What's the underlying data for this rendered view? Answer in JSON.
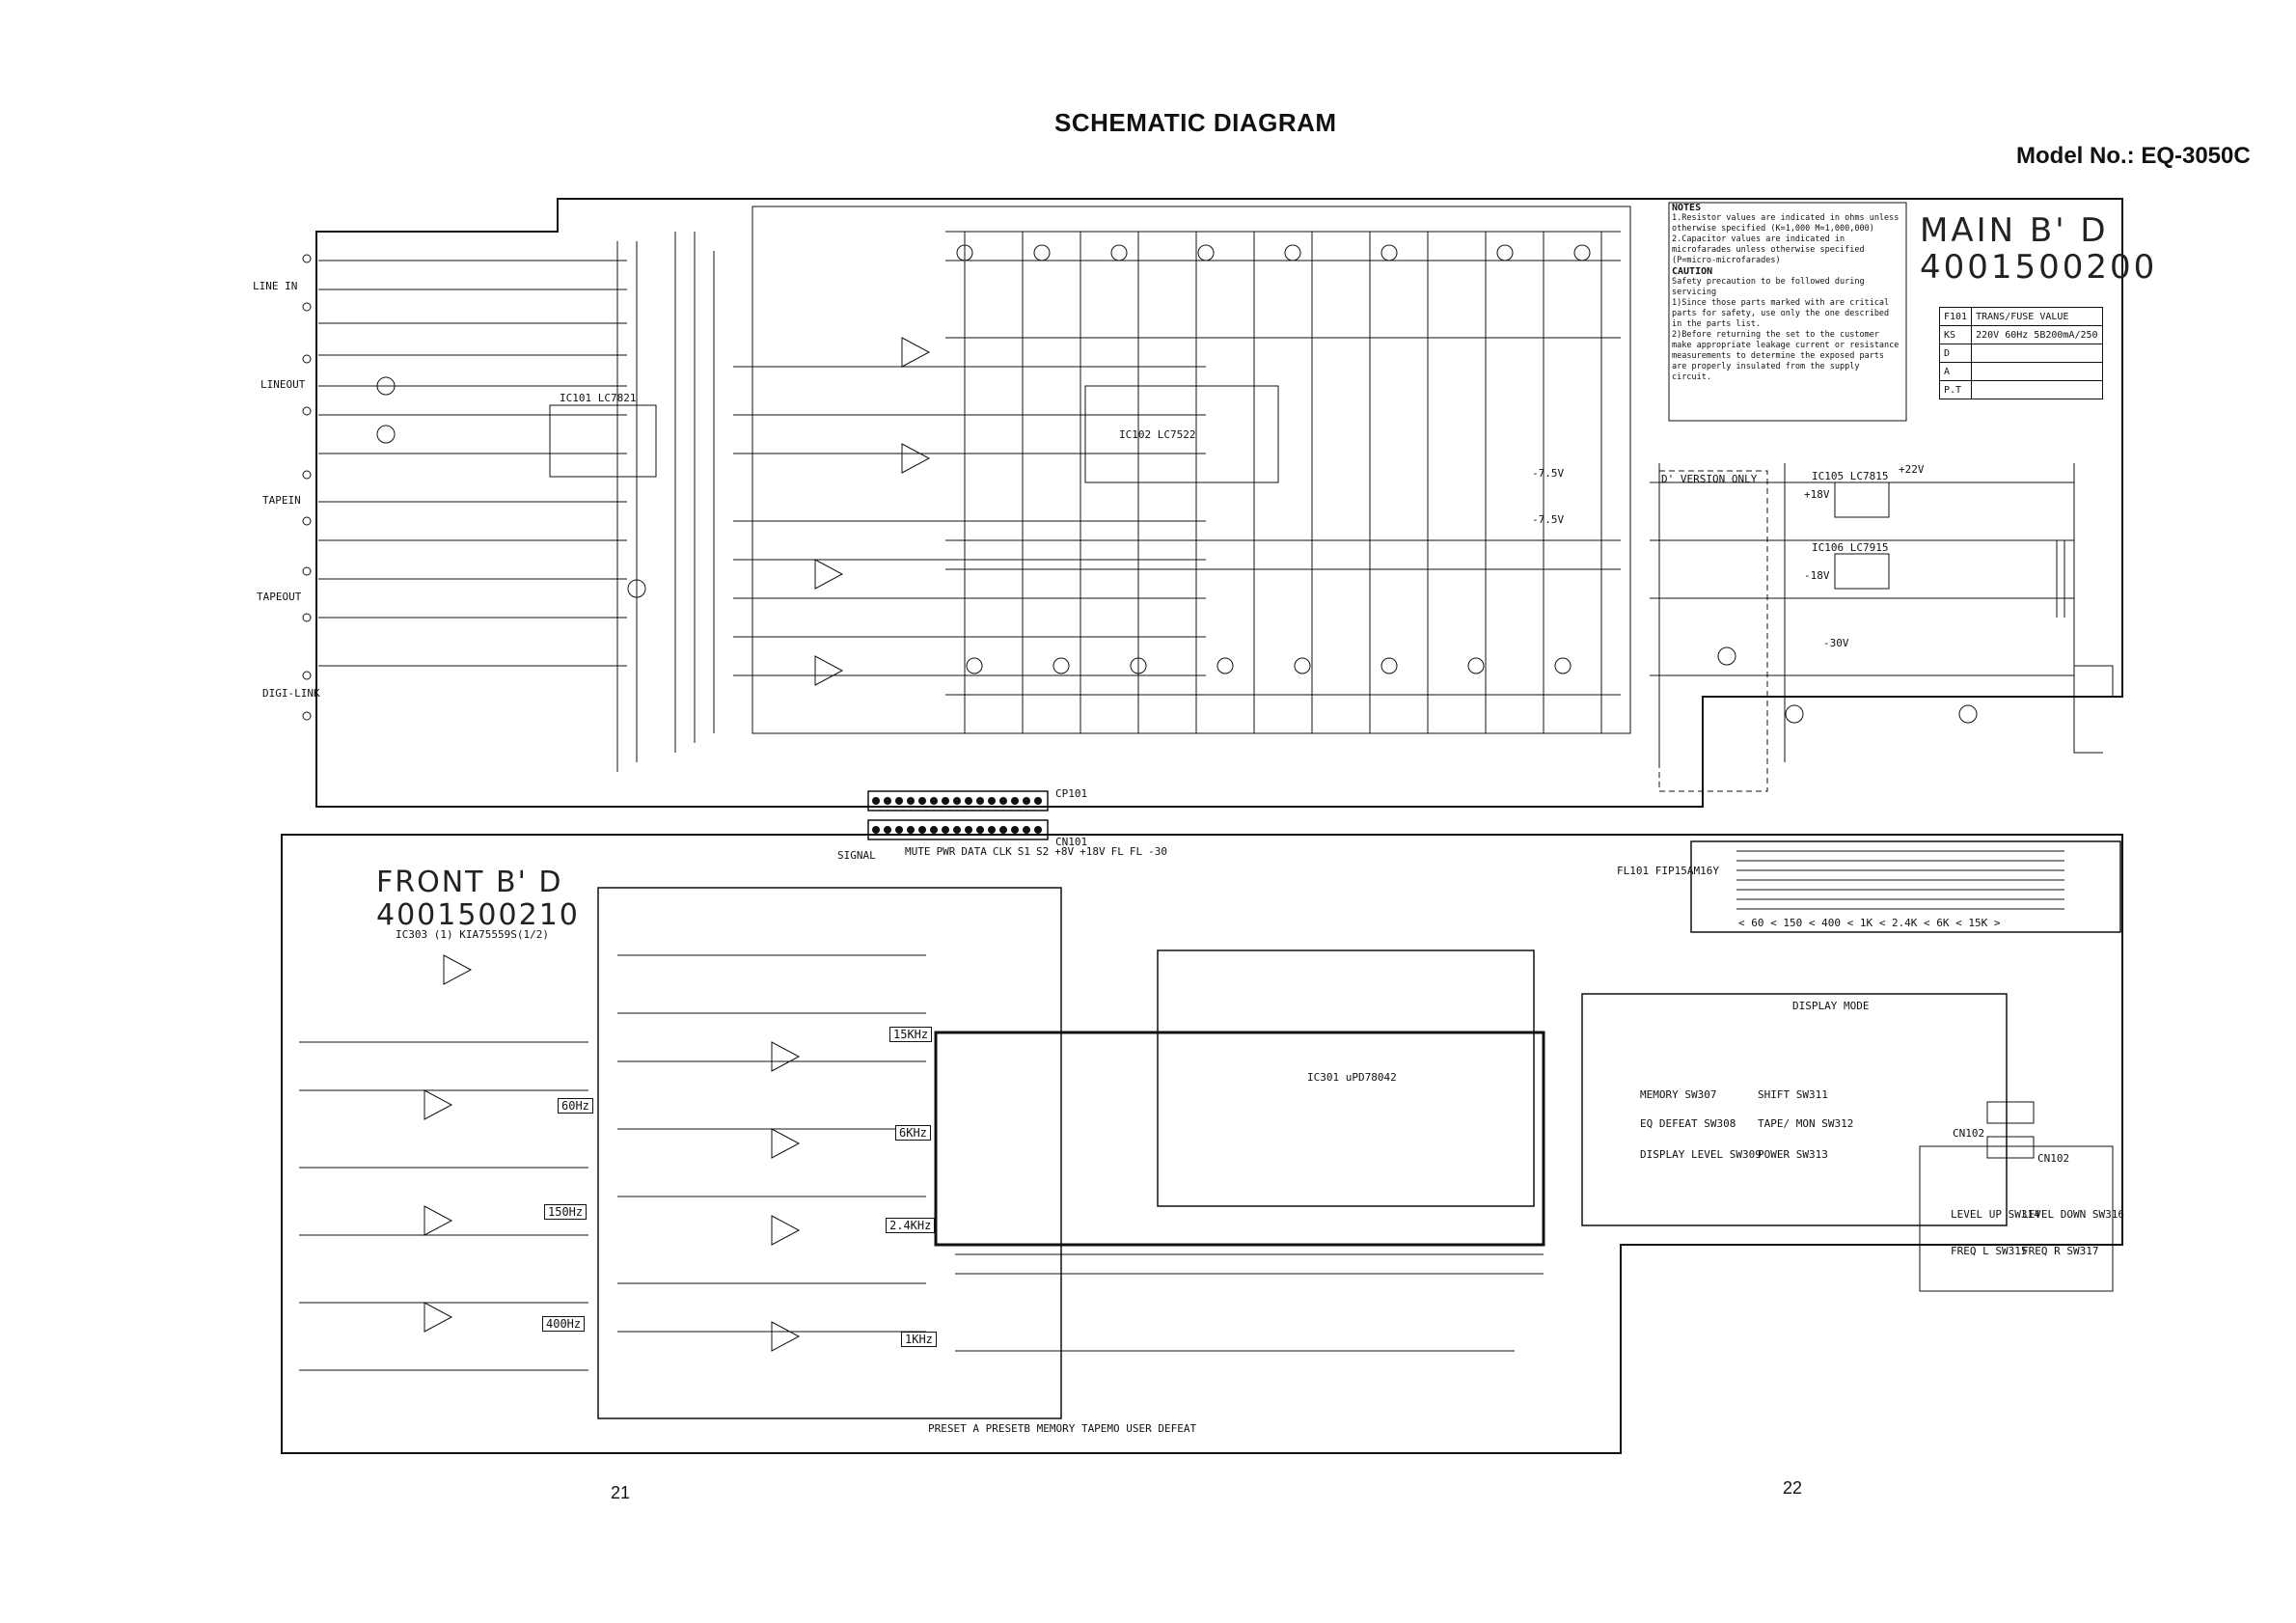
{
  "header": {
    "title": "SCHEMATIC DIAGRAM",
    "model": "Model No.: EQ-3050C"
  },
  "boards": {
    "main_name": "MAIN B' D",
    "main_code": "4001500200",
    "front_name": "FRONT B' D",
    "front_code": "4001500210"
  },
  "pages": {
    "left": "21",
    "right": "22"
  },
  "notes": {
    "heading": "NOTES",
    "line1": "1.Resistor values are indicated in ohms unless otherwise specified (K=1,000 M=1,000,000)",
    "line2": "2.Capacitor values are indicated in microfarades unless otherwise specified (P=micro-microfarades)",
    "caution_heading": "CAUTION",
    "caution1": "Safety precaution to be followed during servicing",
    "caution2": "1)Since those parts marked with are critical parts for safety, use only the one described in the parts list.",
    "caution3": "2)Before returning the set to the customer make appropriate leakage current or resistance measurements to determine the exposed parts are properly insulated from the supply circuit."
  },
  "fuse_table": {
    "col1": "F101",
    "col2": "TRANS/FUSE VALUE",
    "rows": [
      {
        "code": "KS",
        "value": "220V 60Hz  5B200mA/250"
      },
      {
        "code": "D",
        "value": ""
      },
      {
        "code": "A",
        "value": ""
      },
      {
        "code": "P.T",
        "value": ""
      }
    ]
  },
  "jacks": {
    "line_in": "LINE IN",
    "line_out": "LINEOUT",
    "tape_in": "TAPEIN",
    "tape_out": "TAPEOUT",
    "digi_link": "DIGI-LINK"
  },
  "ics": {
    "ic101": "IC101 LC7821",
    "ic102": "IC102 LC7522",
    "ic105": "IC105 LC7815",
    "ic106": "IC106 LC7915",
    "ic301": "IC301 uPD78042",
    "ic303": "IC303 (1) KIA75559S(1/2)",
    "fl101": "FL101 FIP15AM16Y"
  },
  "connectors": {
    "cp101": "CP101",
    "cn101": "CN101",
    "cn102": "CN102",
    "signal": "SIGNAL",
    "pins": [
      "MUTE",
      "PWR",
      "DATA",
      "CLK",
      "S1",
      "S2",
      "+8V",
      "+18V",
      "FL",
      "FL",
      "-30"
    ]
  },
  "option": "D' VERSION ONLY",
  "bands": [
    "60Hz",
    "150Hz",
    "400Hz",
    "1KHz",
    "2.4KHz",
    "6KHz",
    "15KHz"
  ],
  "display_scale": "< 60 < 150 < 400 < 1K < 2.4K < 6K < 15K >",
  "switches": {
    "display_mode": "DISPLAY MODE",
    "memory": "MEMORY SW307",
    "shift": "SHIFT SW311",
    "eq_defeat": "EQ DEFEAT SW308",
    "tape_mon": "TAPE/ MON SW312",
    "display_level": "DISPLAY LEVEL SW309",
    "power": "POWER SW313",
    "level_up": "LEVEL UP SW314",
    "level_down": "LEVEL DOWN SW316",
    "freq_l": "FREQ L SW315",
    "freq_r": "FREQ R SW317"
  },
  "leds_caption": "PRESET A  PRESETB  MEMORY  TAPEMO  USER  DEFEAT",
  "voltages": {
    "v22": "+22V",
    "vneg75a": "-7.5V",
    "vneg75b": "-7.5V",
    "v18": "+18V",
    "vneg18": "-18V",
    "v30": "-30V"
  }
}
